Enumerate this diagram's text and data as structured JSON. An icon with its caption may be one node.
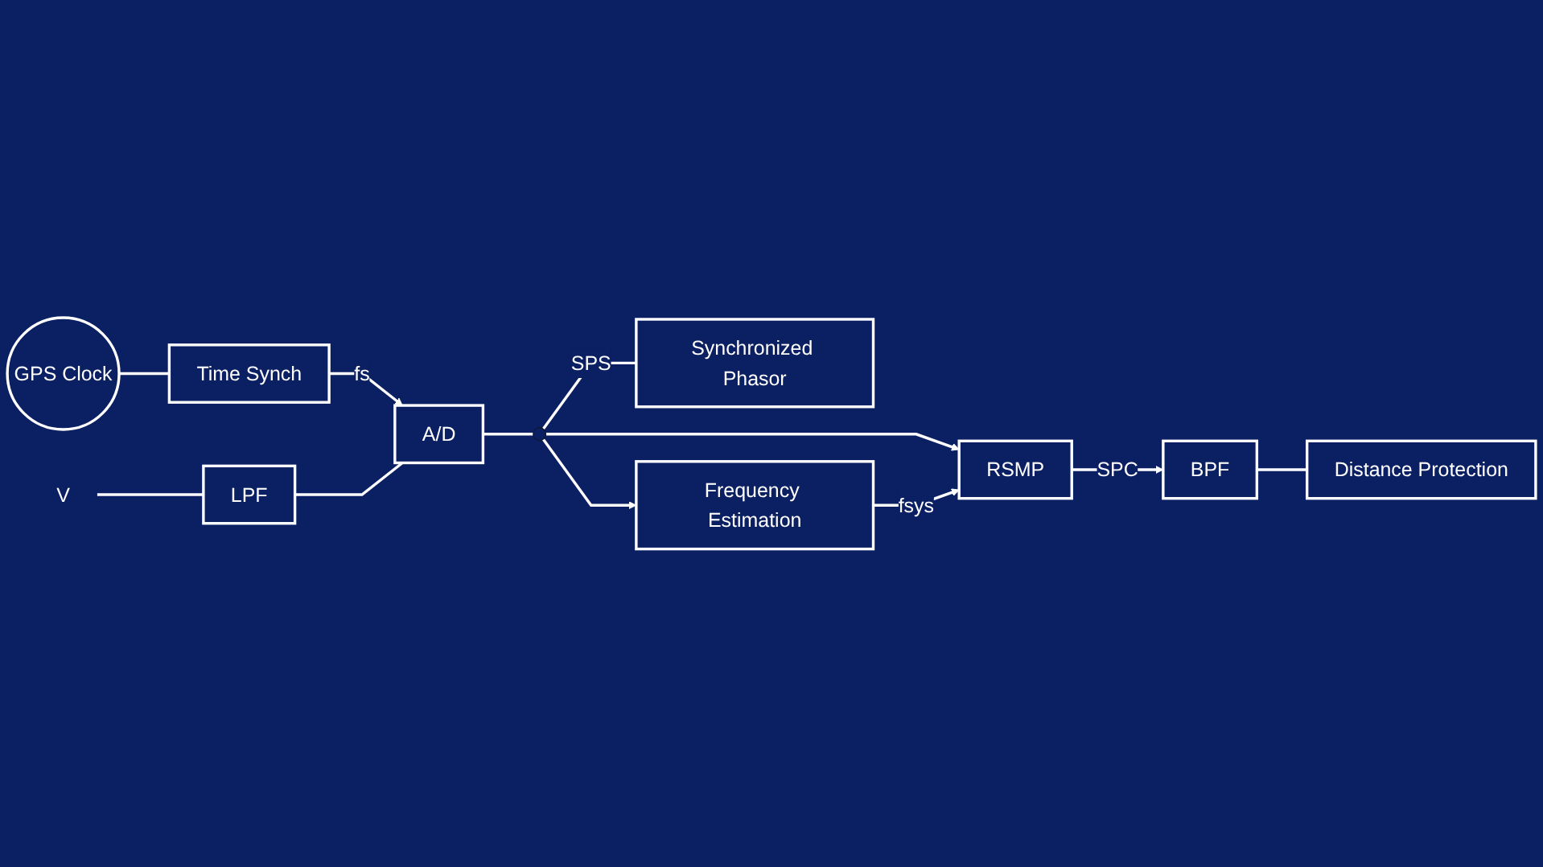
{
  "diagram": {
    "nodes": [
      {
        "text": [
          "GPS Clock"
        ]
      },
      {
        "text": [
          "Time Synch"
        ]
      },
      {
        "text": [
          "V"
        ]
      },
      {
        "text": [
          "LPF"
        ]
      },
      {
        "text": [
          "A/D"
        ]
      },
      {
        "text": [],
        "shape": "circle"
      },
      {
        "text": [
          "RSMP"
        ]
      },
      {
        "text": [
          "Synchronized Phasor"
        ]
      },
      {
        "text": [
          "Frequency Estimation"
        ]
      },
      {
        "text": [
          "BPF"
        ]
      },
      {
        "text": [
          "Distance Protection"
        ]
      }
    ],
    "edges": [
      {
        "from": 0,
        "to": 1,
        "arrow": "none"
      },
      {
        "from": 1,
        "to": 4,
        "arrow": "to",
        "label": "fs"
      },
      {
        "from": 2,
        "to": 3,
        "arrow": "none"
      },
      {
        "from": 3,
        "to": 4,
        "arrow": "none"
      },
      {
        "from": 4,
        "to": 5,
        "arrow": "none"
      },
      {
        "from": 5,
        "to": 6,
        "arrow": "to"
      },
      {
        "from": 5,
        "to": 7,
        "arrow": "none",
        "label": "SPS"
      },
      {
        "from": 5,
        "to": 8,
        "arrow": "to"
      },
      {
        "from": 8,
        "to": 6,
        "arrow": "to",
        "label": "fsys"
      },
      {
        "from": 6,
        "to": 9,
        "arrow": "to",
        "label": "SPC"
      },
      {
        "from": 9,
        "to": 10,
        "arrow": "none"
      }
    ]
  }
}
